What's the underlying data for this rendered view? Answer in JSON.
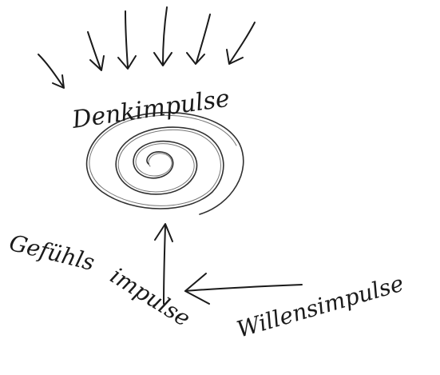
{
  "labels": {
    "denk": "Denkimpulse",
    "gefuehl_1": "Gefühls",
    "gefuehl_2": "impulse",
    "willen": "Willensimpulse"
  }
}
